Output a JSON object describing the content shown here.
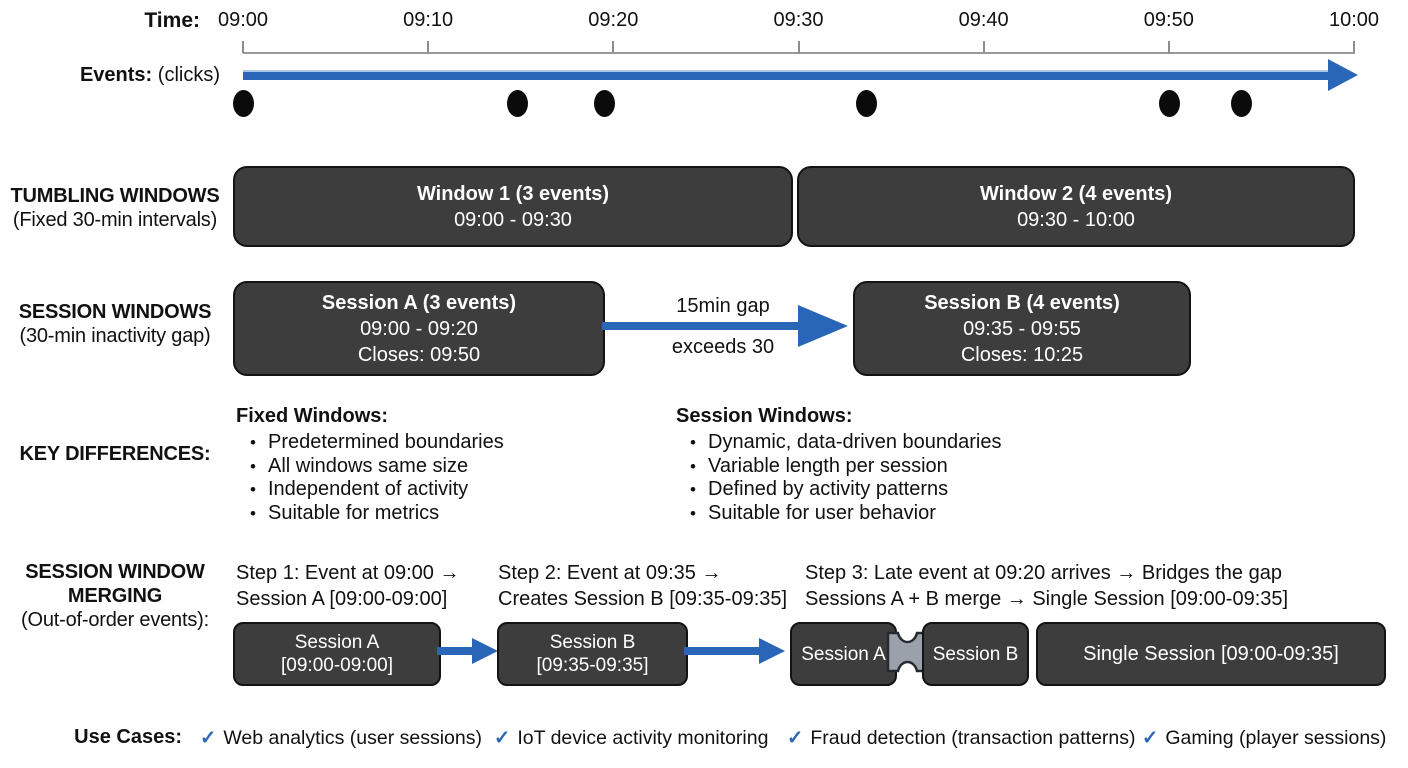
{
  "colors": {
    "blue": "#2a66b8",
    "box_background": "#3d3d3d",
    "box_border": "#131313",
    "connector_gray": "#9aa1ab"
  },
  "timeline": {
    "label": "Time:",
    "ticks": [
      "09:00",
      "09:10",
      "09:20",
      "09:30",
      "09:40",
      "09:50",
      "10:00"
    ],
    "events_label": "Events:",
    "events_note": "(clicks)",
    "event_dots_x": [
      243,
      517,
      604,
      866,
      1169,
      1241
    ]
  },
  "tumbling": {
    "title": "TUMBLING WINDOWS",
    "subtitle": "(Fixed 30-min intervals)",
    "windows": [
      {
        "title": "Window 1 (3 events)",
        "range": "09:00 - 09:30"
      },
      {
        "title": "Window 2 (4 events)",
        "range": "09:30 - 10:00"
      }
    ]
  },
  "session": {
    "title": "SESSION WINDOWS",
    "subtitle": "(30-min inactivity gap)",
    "windows": [
      {
        "title": "Session A (3 events)",
        "range": "09:00 - 09:20",
        "closes": "Closes: 09:50"
      },
      {
        "title": "Session B (4 events)",
        "range": "09:35 - 09:55",
        "closes": "Closes: 10:25"
      }
    ],
    "gap_top": "15min gap",
    "gap_bottom": "exceeds 30"
  },
  "key_differences": {
    "label": "KEY DIFFERENCES:",
    "bullet_char": "•",
    "columns": [
      {
        "header": "Fixed Windows:",
        "bullets": [
          "Predetermined boundaries",
          "All windows same size",
          "Independent of activity",
          "Suitable for metrics"
        ]
      },
      {
        "header": "Session Windows:",
        "bullets": [
          "Dynamic, data-driven boundaries",
          "Variable length per session",
          "Defined by activity patterns",
          "Suitable for user behavior"
        ]
      }
    ]
  },
  "merging": {
    "title_line1": "SESSION WINDOW",
    "title_line2": "MERGING",
    "subtitle": "(Out-of-order events):",
    "steps": [
      {
        "line1": "Step 1: Event at 09:00 →",
        "line2": "Session A [09:00-09:00]"
      },
      {
        "line1": "Step 2: Event at 09:35 →",
        "line2": "Creates Session B [09:35-09:35]"
      },
      {
        "line1": "Step 3: Late event at 09:20 arrives → Bridges the gap",
        "line2": "Sessions A + B merge → Single Session [09:00-09:35]"
      }
    ],
    "box_a": {
      "line1": "Session A",
      "line2": "[09:00-09:00]"
    },
    "box_b": {
      "line1": "Session B",
      "line2": "[09:35-09:35]"
    },
    "box_a_small": "Session A",
    "box_b_small": "Session B",
    "box_merged": "Single Session [09:00-09:35]"
  },
  "use_cases": {
    "label": "Use Cases:",
    "check": "✓",
    "items": [
      "Web analytics (user sessions)",
      "IoT device activity monitoring",
      "Fraud detection (transaction patterns)",
      "Gaming (player sessions)"
    ]
  }
}
